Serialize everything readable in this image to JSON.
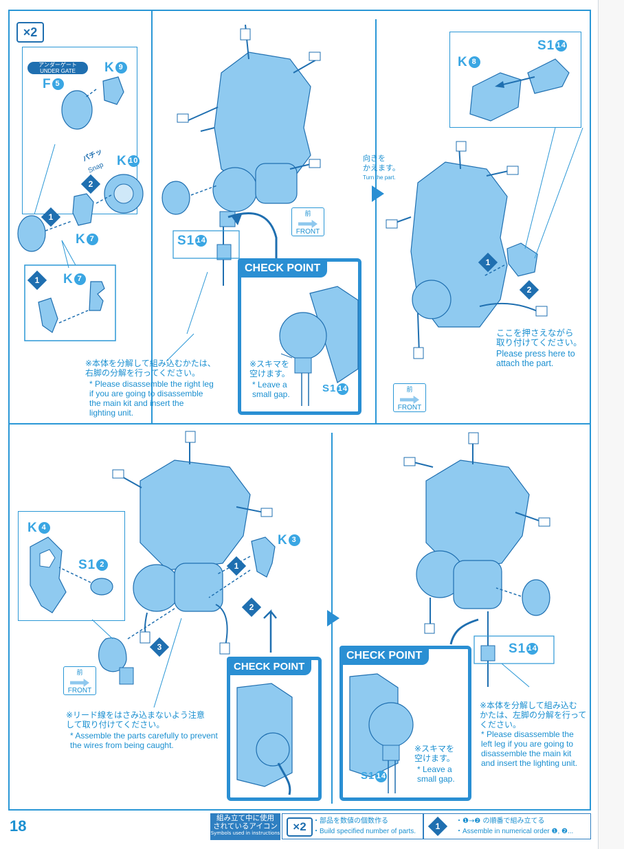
{
  "page_number": "18",
  "colors": {
    "accent": "#2a97d6",
    "part_fill": "#8fcaf0",
    "dark": "#1f6fb0"
  },
  "icons": {
    "x2_badge": "×2",
    "front": "FRONT",
    "front_jp": "前"
  },
  "panel1": {
    "x2": "×2",
    "under_gate_jp": "アンダーゲート",
    "under_gate_en": "UNDER GATE",
    "part_f5": "F",
    "part_f5_num": "5",
    "part_k9": "K",
    "part_k9_num": "9",
    "part_k10": "K",
    "part_k10_num": "10",
    "part_k7a": "K",
    "part_k7a_num": "7",
    "part_k7b": "K",
    "part_k7b_num": "7",
    "snap": "Snap",
    "snap_jp": "パチッ",
    "step1": "1",
    "step2": "2",
    "step1b": "1"
  },
  "panel2": {
    "part_s1": "S1",
    "part_s1_num": "14",
    "front_jp": "前",
    "front_en": "FRONT",
    "note_jp": "※本体を分解して組み込むかたは、\n右脚の分解を行ってください。",
    "note_en": "* Please disassemble the right leg\nif you are going to disassemble\nthe main kit and insert the\nlighting unit.",
    "check_title": "CHECK POINT",
    "gap_jp": "※スキマを\n空けます。",
    "gap_en": "* Leave a\nsmall gap.",
    "check_part": "S1",
    "check_part_num": "14"
  },
  "panel3": {
    "turn_jp": "向きを\nかえます。",
    "turn_en": "Turn the part.",
    "part_k8": "K",
    "part_k8_num": "8",
    "part_s14": "S1",
    "part_s14_num": "14",
    "step1": "1",
    "step2": "2",
    "press_jp": "ここを押さえながら\n取り付けてください。",
    "press_en": "Please press here to\nattach the part.",
    "front_jp": "前",
    "front_en": "FRONT"
  },
  "panel4": {
    "part_k4": "K",
    "part_k4_num": "4",
    "part_s12": "S1",
    "part_s12_num": "2",
    "part_k3": "K",
    "part_k3_num": "3",
    "step1": "1",
    "step2": "2",
    "step3": "3",
    "front_jp": "前",
    "front_en": "FRONT",
    "note_jp": "※リード線をはさみ込まないよう注意\nして取り付けてください。",
    "note_en": "* Assemble the parts carefully to prevent\nthe wires from being caught.",
    "check_title": "CHECK POINT"
  },
  "panel5": {
    "part_s1": "S1",
    "part_s1_num": "14",
    "check_title": "CHECK POINT",
    "gap_jp": "※スキマを\n空けます。",
    "gap_en": "* Leave a\nsmall gap.",
    "check_part": "S1",
    "check_part_num": "14",
    "note_jp": "※本体を分解して組み込む\nかたは、左脚の分解を行って\nください。",
    "note_en": "* Please disassemble the\nleft leg if you are going to\ndisassemble the main kit\nand insert the lighting unit."
  },
  "footer": {
    "icons_jp": "組み立て中に使用\nされているアイコン",
    "icons_en": "Symbols used in instructions",
    "x2": "×2",
    "x2_jp": "・部品を数値の個数作る",
    "x2_en": "・Build specified number of parts.",
    "order_badge": "1",
    "order_jp": "・❶→❷ の順番で組み立てる",
    "order_en": "・Assemble in numerical order ❶, ❷..."
  }
}
